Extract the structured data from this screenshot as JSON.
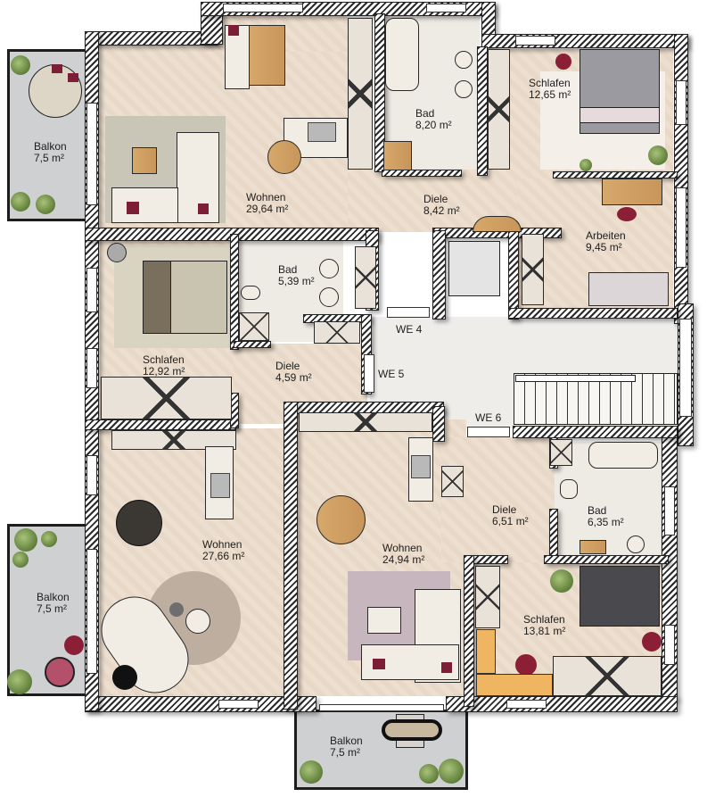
{
  "plan": {
    "units": [
      "WE 4",
      "WE 5",
      "WE 6"
    ],
    "rooms": {
      "we4_balkon": {
        "name": "Balkon",
        "area": "7,5 m²"
      },
      "we4_wohnen": {
        "name": "Wohnen",
        "area": "29,64 m²"
      },
      "we4_bad": {
        "name": "Bad",
        "area": "8,20 m²"
      },
      "we4_schlafen": {
        "name": "Schlafen",
        "area": "12,65 m²"
      },
      "we4_diele": {
        "name": "Diele",
        "area": "8,42 m²"
      },
      "we4_arbeiten": {
        "name": "Arbeiten",
        "area": "9,45 m²"
      },
      "we5_bad": {
        "name": "Bad",
        "area": "5,39 m²"
      },
      "we5_schlafen": {
        "name": "Schlafen",
        "area": "12,92 m²"
      },
      "we5_diele": {
        "name": "Diele",
        "area": "4,59 m²"
      },
      "we5_wohnen": {
        "name": "Wohnen",
        "area": "27,66 m²"
      },
      "we5_balkon": {
        "name": "Balkon",
        "area": "7,5 m²"
      },
      "we6_wohnen": {
        "name": "Wohnen",
        "area": "24,94 m²"
      },
      "we6_diele": {
        "name": "Diele",
        "area": "6,51 m²"
      },
      "we6_bad": {
        "name": "Bad",
        "area": "6,35 m²"
      },
      "we6_schlafen": {
        "name": "Schlafen",
        "area": "13,81 m²"
      },
      "we6_balkon": {
        "name": "Balkon",
        "area": "7,5 m²"
      }
    },
    "colors": {
      "floor": "#ecdccb",
      "tile": "#eeeae4",
      "balcony": "#cfd0d2",
      "accent_cushion": "#7c1e35",
      "wood": "#d6a86a"
    }
  }
}
